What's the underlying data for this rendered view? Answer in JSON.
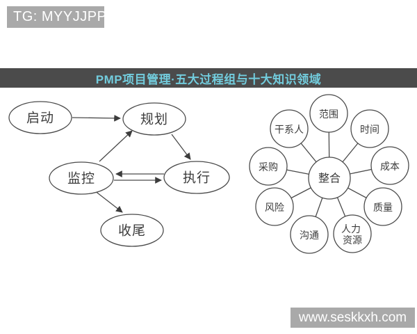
{
  "tg_badge": {
    "text": "TG: MYYJJPP"
  },
  "title_bar": {
    "text": "PMP项目管理·五大过程组与十大知识领域"
  },
  "watermark": {
    "text": "www.seskkxh.com"
  },
  "colors": {
    "title_bg": "#4b4b4b",
    "title_text": "#72ccdd",
    "badge_bg": "#a9a9a9",
    "diagram_stroke": "#4a4a4a",
    "background": "#ffffff"
  },
  "process_diagram": {
    "nodes": [
      {
        "id": "initiating",
        "label": "启动"
      },
      {
        "id": "planning",
        "label": "规划"
      },
      {
        "id": "monitoring",
        "label": "监控"
      },
      {
        "id": "executing",
        "label": "执行"
      },
      {
        "id": "closing",
        "label": "收尾"
      }
    ],
    "edges": [
      {
        "from": "initiating",
        "to": "planning"
      },
      {
        "from": "monitoring",
        "to": "planning"
      },
      {
        "from": "planning",
        "to": "executing"
      },
      {
        "from": "executing",
        "to": "monitoring"
      },
      {
        "from": "monitoring",
        "to": "executing"
      },
      {
        "from": "monitoring",
        "to": "closing"
      }
    ]
  },
  "knowledge_diagram": {
    "center": {
      "id": "integration",
      "label": "整合"
    },
    "nodes": [
      {
        "id": "scope",
        "label": "范围"
      },
      {
        "id": "time",
        "label": "时间"
      },
      {
        "id": "cost",
        "label": "成本"
      },
      {
        "id": "quality",
        "label": "质量"
      },
      {
        "id": "hr",
        "label": "人力资源",
        "label_lines": [
          "人力",
          "资源"
        ]
      },
      {
        "id": "communication",
        "label": "沟通"
      },
      {
        "id": "risk",
        "label": "风险"
      },
      {
        "id": "procurement",
        "label": "采购"
      },
      {
        "id": "stakeholder",
        "label": "干系人"
      }
    ]
  }
}
